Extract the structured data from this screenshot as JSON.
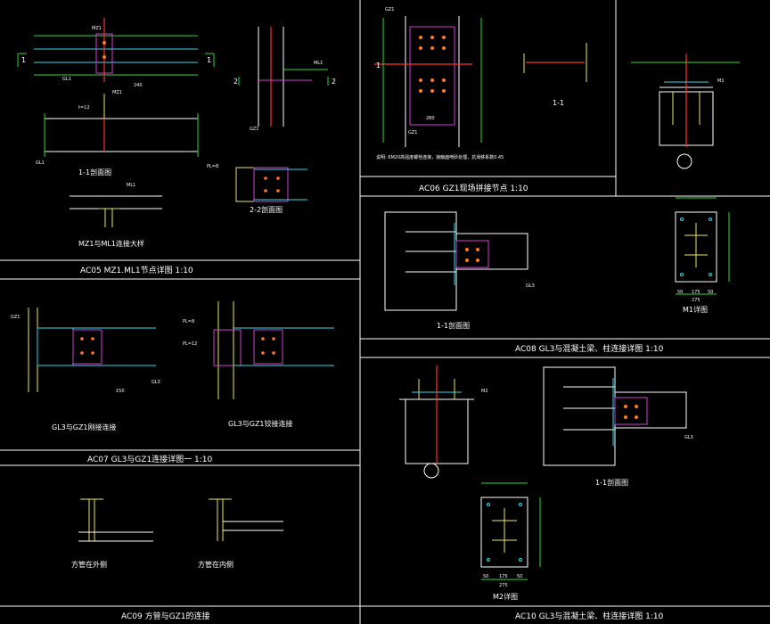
{
  "drawing": {
    "background": "#000000",
    "colors": {
      "frame": "#ffffff",
      "dim": "#2fdc2f",
      "steel": "#e8e860",
      "cyan": "#39d7f0",
      "plate": "#d040d0",
      "axis": "#ff3030",
      "bolt": "#ff7a20"
    }
  },
  "ac05": {
    "title": "AC05  MZ1.ML1节点详图  1:10",
    "elev_label": "1-1剖面图",
    "section_label": "2-2剖面图",
    "bottom_label": "MZ1与ML1连接大样",
    "marks": {
      "gl1": "GL1",
      "mz1": "MZ1",
      "ml1": "ML1",
      "gz1": "GZ1",
      "t12": "t=12",
      "dim240": "240",
      "n1": "1",
      "n2": "2"
    }
  },
  "ac06": {
    "title": "AC06   GZ1现场拼接节点   1:10",
    "note": "说明: 6M20高强度螺栓连接，接触面喷砂处理，抗滑移系数0.45",
    "section_label": "1-1",
    "marks": {
      "gz1": "GZ1",
      "m1": "M1",
      "n1": "1",
      "dim280": "280"
    }
  },
  "ac07": {
    "title": "AC07   GL3与GZ1连接详图一   1:10",
    "left_label": "GL3与GZ1刚接连接",
    "right_label": "GL3与GZ1铰接连接",
    "marks": {
      "gz1": "GZ1",
      "gl3": "GL3",
      "pl8": "PL=8",
      "pl12": "PL=12",
      "dim150": "150"
    }
  },
  "ac08": {
    "title": "AC08   GL3与混凝土梁、柱连接详图   1:10",
    "section_label": "1-1剖面图",
    "plate_label": "M1详图",
    "marks": {
      "gl3": "GL3",
      "m1": "M1",
      "dims": [
        "50",
        "175",
        "50",
        "275"
      ]
    }
  },
  "ac09": {
    "title": "AC09   方管与GZ1的连接",
    "left_label": "方管在外侧",
    "right_label": "方管在内侧"
  },
  "ac10": {
    "title": "AC10   GL3与混凝土梁、柱连接详图   1:10",
    "section_label": "1-1剖面图",
    "plate_label": "M2详图",
    "marks": {
      "m2": "M2",
      "gl3": "GL3",
      "dims": [
        "50",
        "175",
        "50",
        "275"
      ]
    }
  }
}
